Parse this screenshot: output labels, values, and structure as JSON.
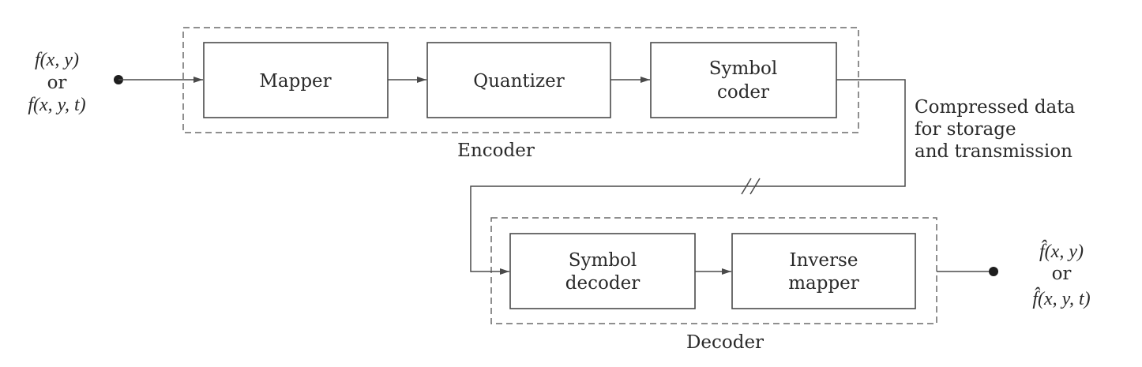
{
  "encoder": {
    "label": "Encoder",
    "blocks": {
      "mapper": "Mapper",
      "quantizer": "Quantizer",
      "symbol_coder": [
        "Symbol",
        "coder"
      ]
    }
  },
  "decoder": {
    "label": "Decoder",
    "blocks": {
      "symbol_decoder": [
        "Symbol",
        "decoder"
      ],
      "inverse_mapper": [
        "Inverse",
        "mapper"
      ]
    }
  },
  "input": [
    "f(x, y)",
    "or",
    "f(x, y, t)"
  ],
  "output": [
    "f̂(x, y)",
    "or",
    "f̂(x, y, t)"
  ],
  "channel_note": [
    "Compressed data",
    "for storage",
    "and transmission"
  ]
}
